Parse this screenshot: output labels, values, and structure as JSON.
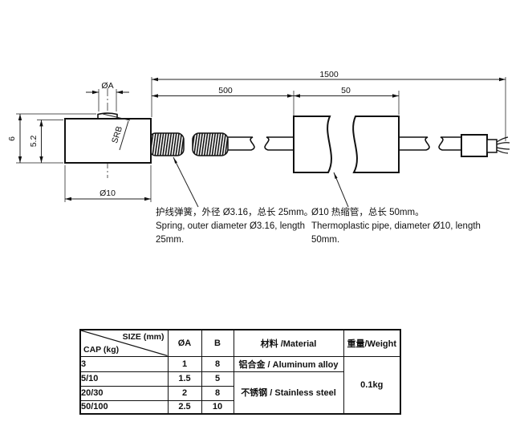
{
  "colors": {
    "line": "#1a1a1a",
    "background": "#ffffff"
  },
  "drawing": {
    "dim_total_length": "1500",
    "dim_spring_to_pipe": "500",
    "dim_pipe_length": "50",
    "dim_button_diameter": "ØA",
    "dim_body_diameter": "Ø10",
    "dim_total_height": "6",
    "dim_body_height": "5.2",
    "dim_sphere_radius": "SRB",
    "spring_note": {
      "line1": "护线弹簧，外径 Ø3.16，总长 25mm。",
      "line2": "Spring, outer diameter Ø3.16, length",
      "line3": "25mm."
    },
    "pipe_note": {
      "line1": "Ø10 热缩管，总长 50mm。",
      "line2": "Thermoplastic pipe, diameter Ø10, length",
      "line3": "50mm."
    }
  },
  "table": {
    "header": {
      "size": "SIZE (mm)",
      "cap": "CAP (kg)",
      "a": "ØA",
      "b": "B",
      "material": "材料 /Material",
      "weight": "重量/Weight"
    },
    "rows": [
      {
        "cap": "3",
        "a": "1",
        "b": "8"
      },
      {
        "cap": "5/10",
        "a": "1.5",
        "b": "5"
      },
      {
        "cap": "20/30",
        "a": "2",
        "b": "8"
      },
      {
        "cap": "50/100",
        "a": "2.5",
        "b": "10"
      }
    ],
    "material_row1": "铝合金 / Aluminum alloy",
    "material_rows2_4": "不锈钢 / Stainless steel",
    "weight_value": "0.1kg"
  }
}
